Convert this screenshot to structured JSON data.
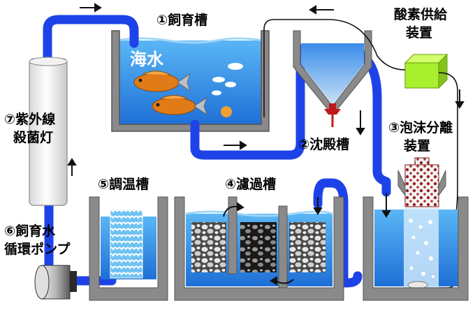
{
  "labels": {
    "tank1": "①飼育槽",
    "seawater": "海水",
    "oxygen_line1": "酸素供給",
    "oxygen_line2": "装置",
    "uv_line1": "⑦紫外線",
    "uv_line2": "殺菌灯",
    "sediment": "②沈殿槽",
    "foam_line1": "③泡沫分離",
    "foam_line2": "装置",
    "temp": "⑤調温槽",
    "filter": "④濾過槽",
    "pump_line1": "⑥飼育水",
    "pump_line2": "循環ポンプ"
  },
  "colors": {
    "pipe": "#1d43e8",
    "water": "#2f8fe6",
    "tank_wall": "#8a8a8a",
    "oxygen_box": "#a8ef2e",
    "fish": "#e07b18"
  }
}
